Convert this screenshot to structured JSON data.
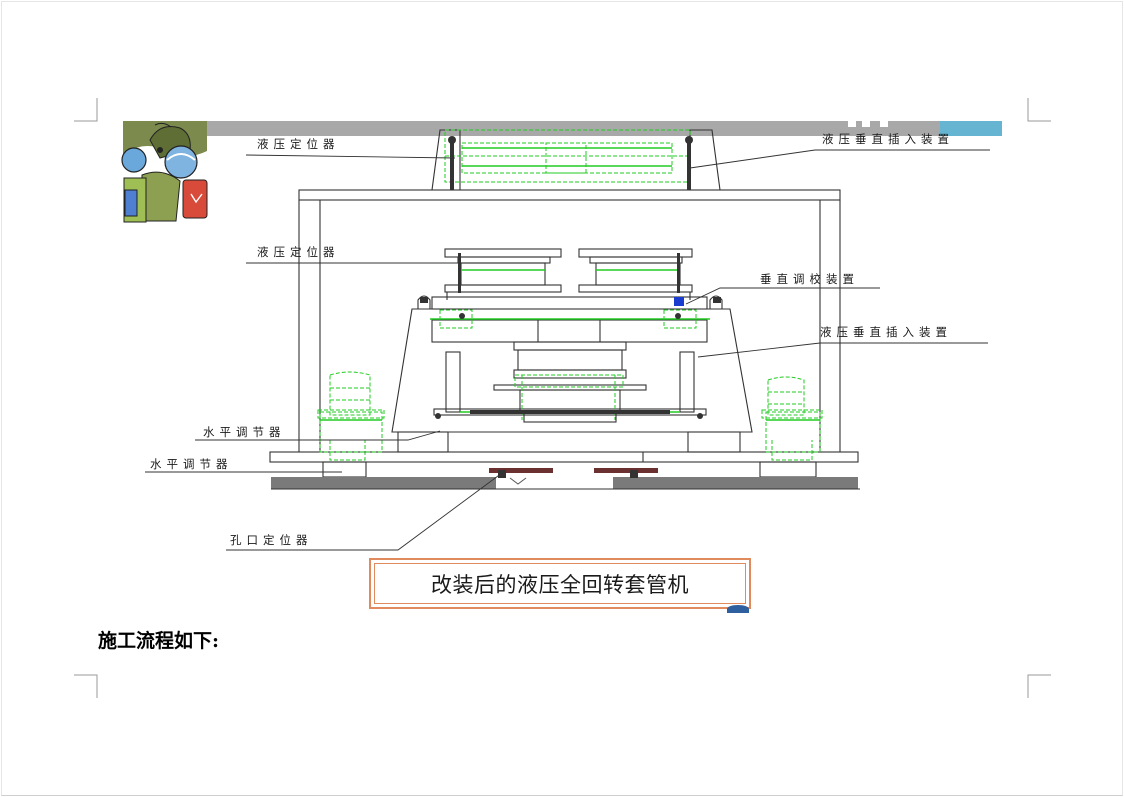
{
  "labels": {
    "hyd_locator_top": "液压定位器",
    "hyd_vertical_insert_top": "液压垂直插入装置",
    "hyd_locator_mid": "液压定位器",
    "vertical_adjust": "垂直调校装置",
    "hyd_vertical_insert_mid": "液压垂直插入装置",
    "level_adjuster_upper": "水平调节器",
    "level_adjuster_lower": "水平调节器",
    "hole_locator": "孔口定位器"
  },
  "caption": "改装后的液压全回转套管机",
  "body_text": "施工流程如下:",
  "colors": {
    "line": "#333333",
    "accent_green": "#22cc22",
    "accent_blue": "#1a3ccf",
    "caption_border": "#e08a5e",
    "header_bar": "#a8a8a8",
    "header_bar_end": "#64b4d2"
  },
  "icons": [
    "workers-clipart-icon",
    "vertical-adjust-marker-icon"
  ]
}
